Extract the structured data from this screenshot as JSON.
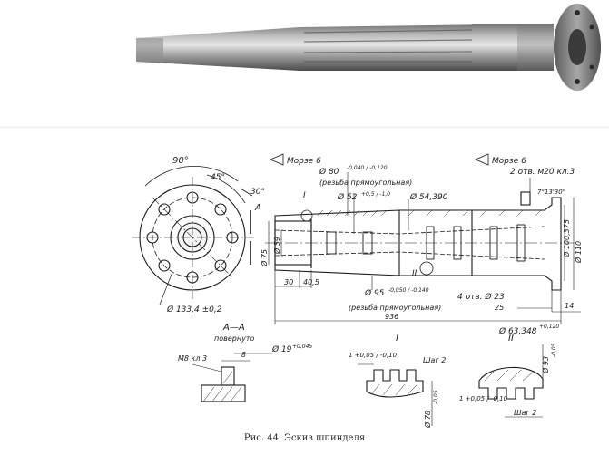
{
  "caption": "Рис. 44. Эскиз шпинделя",
  "flange_view": {
    "angle_90": "90°",
    "angle_45": "45°",
    "angle_30": "30°",
    "section_mark_a": "A",
    "bolt_circle": "Ø 133,4 ±0,2"
  },
  "main_view": {
    "morse_left": "Морзе 6",
    "morse_right": "Морзе 6",
    "thread_top_dim": "Ø 80",
    "thread_top_tol": "-0,040 / -0,120",
    "thread_top_note": "(резьба прямоугольная)",
    "d52": "Ø 52",
    "d52_tol": "+0,5 / -1,0",
    "d5439": "Ø 54,390",
    "holes_top": "2 отв. м20 кл.3",
    "angle_7": "7°13'30\"",
    "d75": "Ø 75",
    "d59": "Ø 59",
    "d100": "Ø 100,375",
    "d110": "Ø 110",
    "len_30": "30",
    "len_405": "40,5",
    "d95": "Ø 95",
    "d95_tol": "-0,050 / -0,140",
    "thread_bottom_note": "(резьба прямоугольная)",
    "holes_bottom": "4 отв. Ø 23",
    "len_25": "25",
    "len_14": "14",
    "len_936": "936",
    "d63": "Ø 63,348",
    "d63_tol": "+0,120",
    "callout_I": "I",
    "callout_II": "II"
  },
  "section_aa": {
    "title": "А—А",
    "subtitle": "повернуто",
    "thread": "М8 кл.3",
    "len_8": "8",
    "d19": "Ø 19",
    "d19_tol": "+0,045"
  },
  "detail_I": {
    "title": "I",
    "tol_top": "1 +0,05 / -0,10",
    "pitch": "Шаг 2",
    "d78": "Ø 78",
    "d78_tol": "-0,05"
  },
  "detail_II": {
    "title": "II",
    "d93": "Ø 93",
    "d93_tol": "-0,05",
    "tol": "1 +0,05 / -0,10",
    "pitch": "Шаг 2"
  }
}
